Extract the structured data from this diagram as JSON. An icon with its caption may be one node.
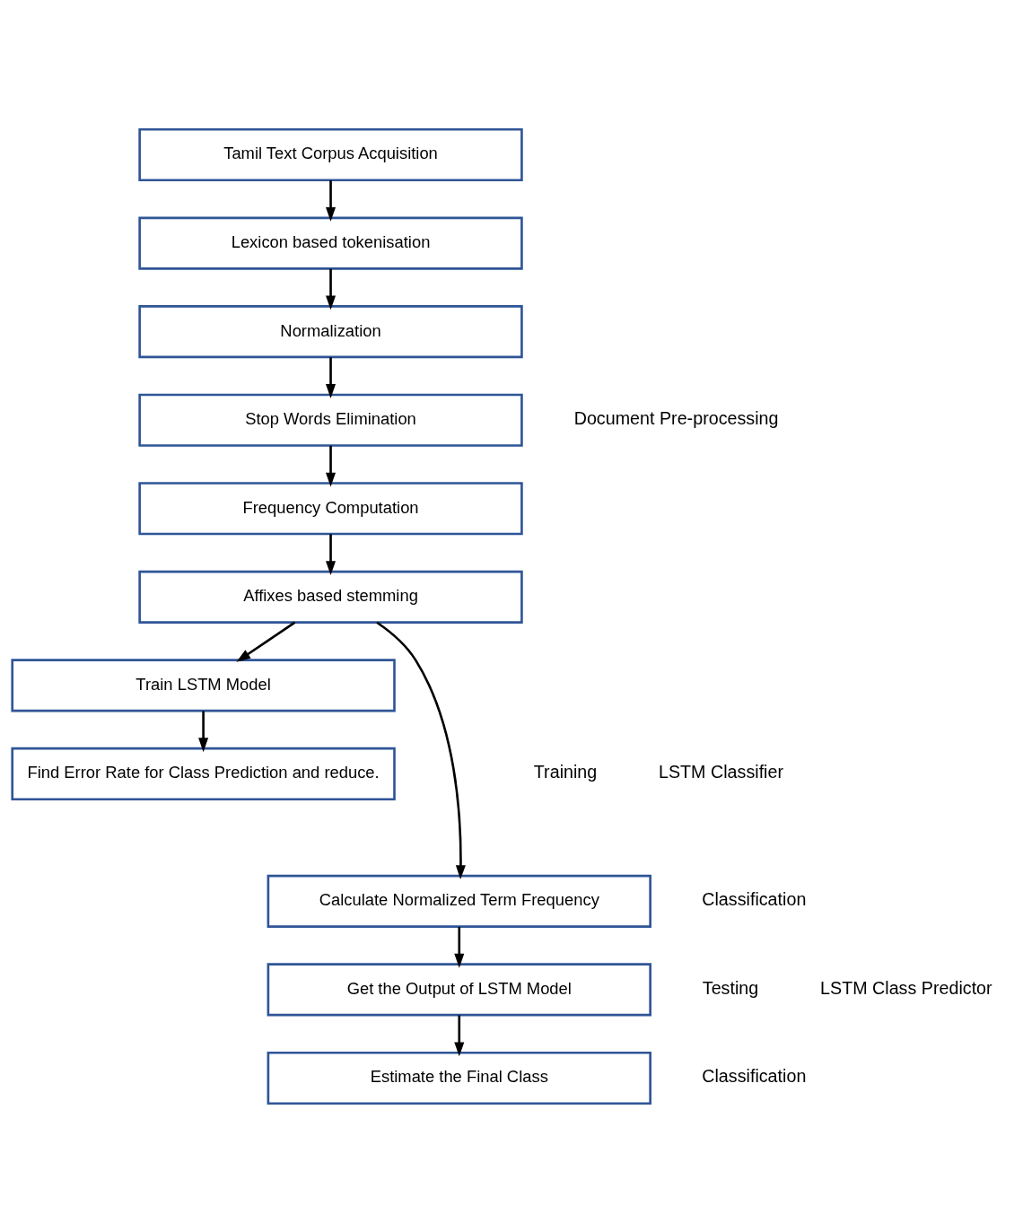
{
  "diagram": {
    "nodes": [
      {
        "text": [
          "Tamil Text Corpus Acquisition"
        ]
      },
      {
        "text": [
          "Lexicon based tokenisation"
        ]
      },
      {
        "text": [
          "Normalization"
        ]
      },
      {
        "text": [
          "Stop Words Elimination"
        ]
      },
      {
        "text": [
          "Frequency Computation"
        ]
      },
      {
        "text": [
          "Affixes based stemming"
        ]
      },
      {
        "text": [
          "Train LSTM Model"
        ]
      },
      {
        "text": [
          "Find Error Rate for Class Prediction and reduce."
        ]
      },
      {
        "text": [
          "Calculate Normalized Term Frequency"
        ]
      },
      {
        "text": [
          "Get the Output of LSTM Model"
        ]
      },
      {
        "text": [
          "Estimate the Final Class"
        ]
      }
    ],
    "edges": [
      {
        "from": 0,
        "to": 1,
        "arrow": "to"
      },
      {
        "from": 1,
        "to": 2,
        "arrow": "to"
      },
      {
        "from": 2,
        "to": 3,
        "arrow": "to"
      },
      {
        "from": 3,
        "to": 4,
        "arrow": "to"
      },
      {
        "from": 4,
        "to": 5,
        "arrow": "to"
      },
      {
        "from": 5,
        "to": 6,
        "arrow": "to"
      },
      {
        "from": 6,
        "to": 7,
        "arrow": "to"
      },
      {
        "from": 5,
        "to": 8,
        "arrow": "to"
      },
      {
        "from": 8,
        "to": 9,
        "arrow": "to"
      },
      {
        "from": 9,
        "to": 10,
        "arrow": "to"
      }
    ],
    "labels": [
      "Document Pre-processing",
      "Training",
      "LSTM Classifier",
      "Classification",
      "Testing",
      "LSTM Class Predictor",
      "Classification"
    ]
  }
}
